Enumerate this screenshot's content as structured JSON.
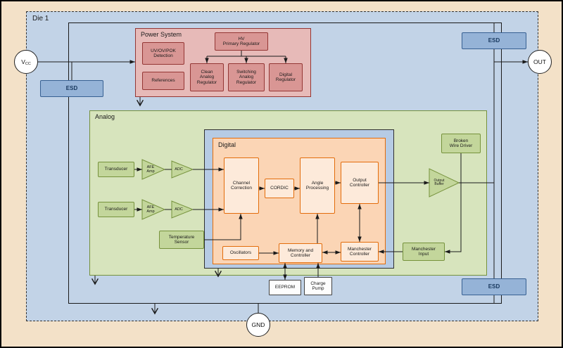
{
  "die": {
    "label": "Die 1"
  },
  "pads": {
    "vcc_main": "V",
    "vcc_sub": "CC",
    "out": "OUT",
    "gnd": "GND"
  },
  "esd": {
    "label": "ESD"
  },
  "power_system": {
    "label": "Power System",
    "blocks": {
      "uv_ov_pok": "UV/OV/POK\nDetection",
      "hv_primary": "HV\nPrimary Regulator",
      "references": "References",
      "clean_analog": "Clean\nAnalog\nRegulator",
      "switching_analog": "Switching\nAnalog\nRegulator",
      "digital_reg": "Digital\nRegulator"
    }
  },
  "analog": {
    "label": "Analog",
    "blocks": {
      "transducer": "Transducer",
      "afe_amp": "AFE\nAmp",
      "adc": "ADC",
      "temperature_sensor": "Temperature\nSensor",
      "broken_wire_driver": "Broken\nWire Driver",
      "manchester_input": "Manchester\nInput",
      "output_buffer": "Output\nBuffer"
    }
  },
  "digital": {
    "label": "Digital",
    "blocks": {
      "channel_correction": "Channel\nCorrection",
      "cordic": "CORDIC",
      "angle_processing": "Angle\nProcessing",
      "output_controller": "Output\nController",
      "oscillators": "Oscillators",
      "memory_controller": "Memory and\nController",
      "manchester_controller": "Manchester\nController"
    }
  },
  "support_blocks": {
    "eeprom": "EEPROM",
    "charge_pump": "Charge\nPump"
  },
  "colors": {
    "background": "#f3e1c8",
    "die_fill": "#c2d3e7",
    "esd_fill": "#95b3d7",
    "power_fill": "#e7bab8",
    "power_box_fill": "#d99694",
    "power_border": "#943634",
    "analog_fill": "#d7e4bd",
    "analog_box_fill": "#c3d69b",
    "analog_border": "#76923c",
    "digital_fill": "#fbd5b5",
    "digital_box_fill": "#fdeada",
    "digital_border": "#e36c0a",
    "digital_wrapper_fill": "#b6cbe4",
    "wire": "#1a1a1a"
  }
}
